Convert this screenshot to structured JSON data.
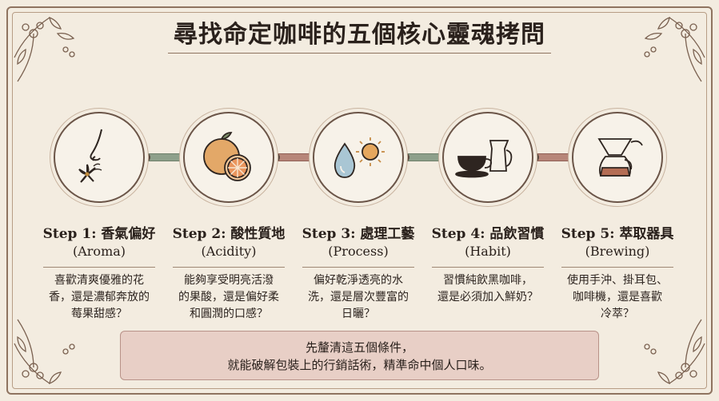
{
  "title": "尋找命定咖啡的五個核心靈魂拷問",
  "steps": [
    {
      "title": "Step 1: 香氣偏好",
      "subtitle": "(Aroma)",
      "desc": [
        "喜歡清爽優雅的花",
        "香，還是濃郁奔放的",
        "莓果甜感？"
      ],
      "icon": "nose-flower-icon"
    },
    {
      "title": "Step 2: 酸性質地",
      "subtitle": "(Acidity)",
      "desc": [
        "能夠享受明亮活潑",
        "的果酸，還是偏好柔",
        "和圓潤的口感？"
      ],
      "icon": "orange-fruit-icon"
    },
    {
      "title": "Step 3: 處理工藝",
      "subtitle": "(Process)",
      "desc": [
        "偏好乾淨透亮的水",
        "洗，還是層次豐富的",
        "日曬？"
      ],
      "icon": "water-drop-sun-icon"
    },
    {
      "title": "Step 4: 品飲習慣",
      "subtitle": "(Habit)",
      "desc": [
        "習慣純飲黑咖啡，",
        "還是必須加入鮮奶？"
      ],
      "icon": "coffee-cup-milk-jug-icon"
    },
    {
      "title": "Step 5: 萃取器具",
      "subtitle": "(Brewing)",
      "desc": [
        "使用手沖、掛耳包、",
        "咖啡機，還是喜歡",
        "冷萃？"
      ],
      "icon": "pour-over-icon"
    }
  ],
  "footer": {
    "line1": "先釐清這五個條件，",
    "line2": "就能破解包裝上的行銷話術，精準命中個人口味。"
  }
}
